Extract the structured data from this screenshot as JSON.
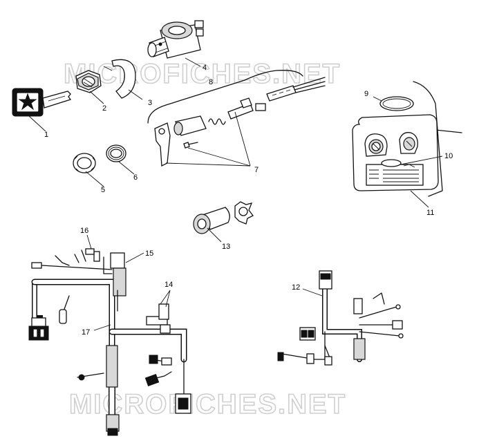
{
  "watermark": "MICROFICHES.NET",
  "callouts": [
    {
      "id": "1",
      "label": "1"
    },
    {
      "id": "2",
      "label": "2"
    },
    {
      "id": "3",
      "label": "3"
    },
    {
      "id": "4",
      "label": "4"
    },
    {
      "id": "5",
      "label": "5"
    },
    {
      "id": "6",
      "label": "6"
    },
    {
      "id": "7",
      "label": "7"
    },
    {
      "id": "8",
      "label": "8"
    },
    {
      "id": "9",
      "label": "9"
    },
    {
      "id": "10",
      "label": "10"
    },
    {
      "id": "11",
      "label": "11"
    },
    {
      "id": "12",
      "label": "12"
    },
    {
      "id": "13",
      "label": "13"
    },
    {
      "id": "14",
      "label": "14"
    },
    {
      "id": "15",
      "label": "15"
    },
    {
      "id": "16",
      "label": "16"
    },
    {
      "id": "17",
      "label": "17"
    }
  ]
}
